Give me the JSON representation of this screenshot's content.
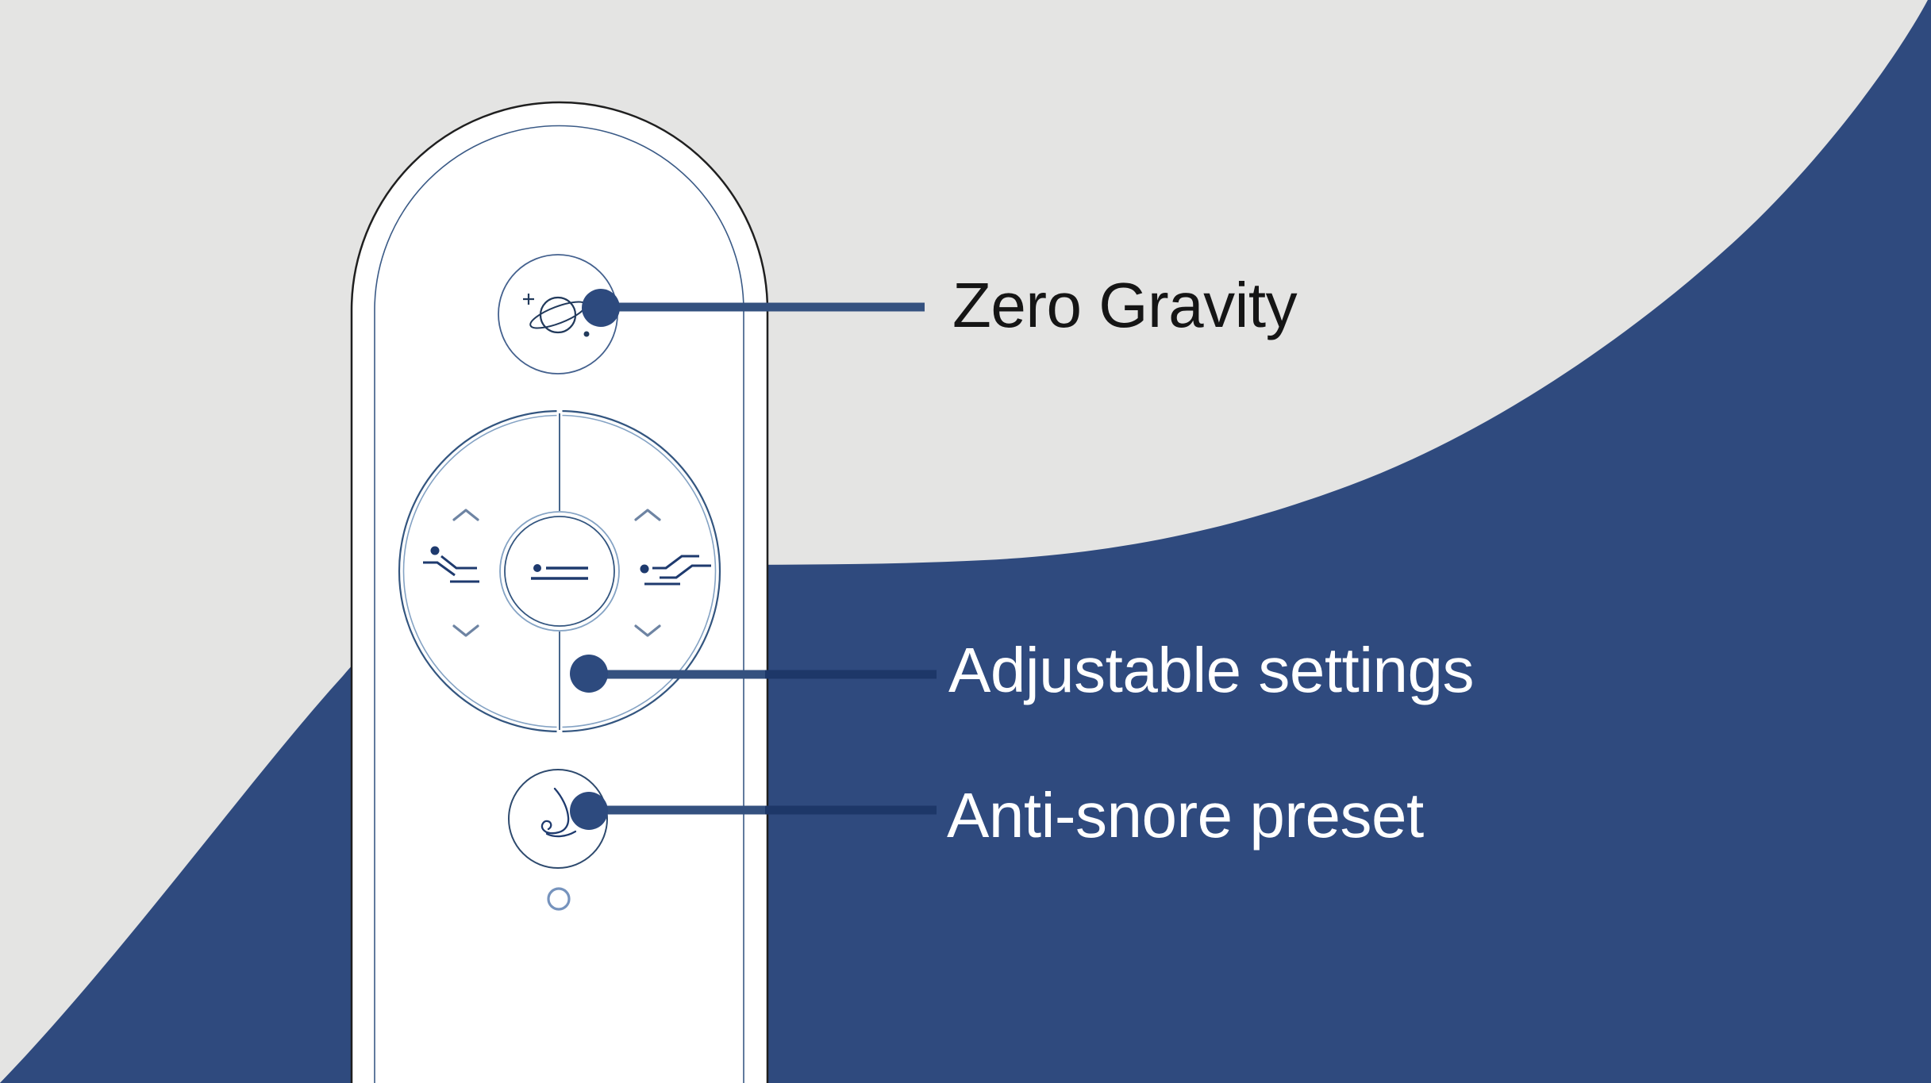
{
  "page": {
    "type": "product-feature-diagram",
    "subject": "Adjustable bed remote control"
  },
  "colors": {
    "background_gray": "#e4e4e3",
    "wave_navy": "#2f4a7e",
    "callout_line": "#34517f",
    "callout_line_on_navy": "#1d3768",
    "callout_dot": "#2d4a7e",
    "remote_body_fill": "#ffffff",
    "remote_outline": "#1f1f1f",
    "remote_inner_outline": "#3a5a86",
    "button_ring_blue": "#44618e",
    "pad_ring_dark": "#33557f",
    "pad_ring_light": "#85a3c4",
    "icon_navy": "#1e3a6e",
    "chevron_blue": "#6e84a3",
    "led_ring_blue": "#7693bd",
    "label_dark_text": "#151515",
    "label_light_text": "#ffffff"
  },
  "callouts": [
    {
      "id": "zero-gravity",
      "label": "Zero Gravity",
      "target": "zero-gravity-button"
    },
    {
      "id": "adjustable-settings",
      "label": "Adjustable settings",
      "target": "adjustable-settings-pad"
    },
    {
      "id": "anti-snore",
      "label": "Anti-snore preset",
      "target": "anti-snore-button"
    }
  ],
  "remote": {
    "buttons": [
      {
        "name": "zero-gravity-button",
        "icon": "planet-icon"
      },
      {
        "name": "adjustable-settings-pad",
        "icons": [
          "chevron-up-icon",
          "chevron-down-icon",
          "head-incline-icon",
          "foot-incline-icon",
          "flat-bed-icon"
        ]
      },
      {
        "name": "anti-snore-button",
        "icon": "nose-icon"
      },
      {
        "name": "led-indicator",
        "icon": "small-ring-icon"
      }
    ]
  }
}
